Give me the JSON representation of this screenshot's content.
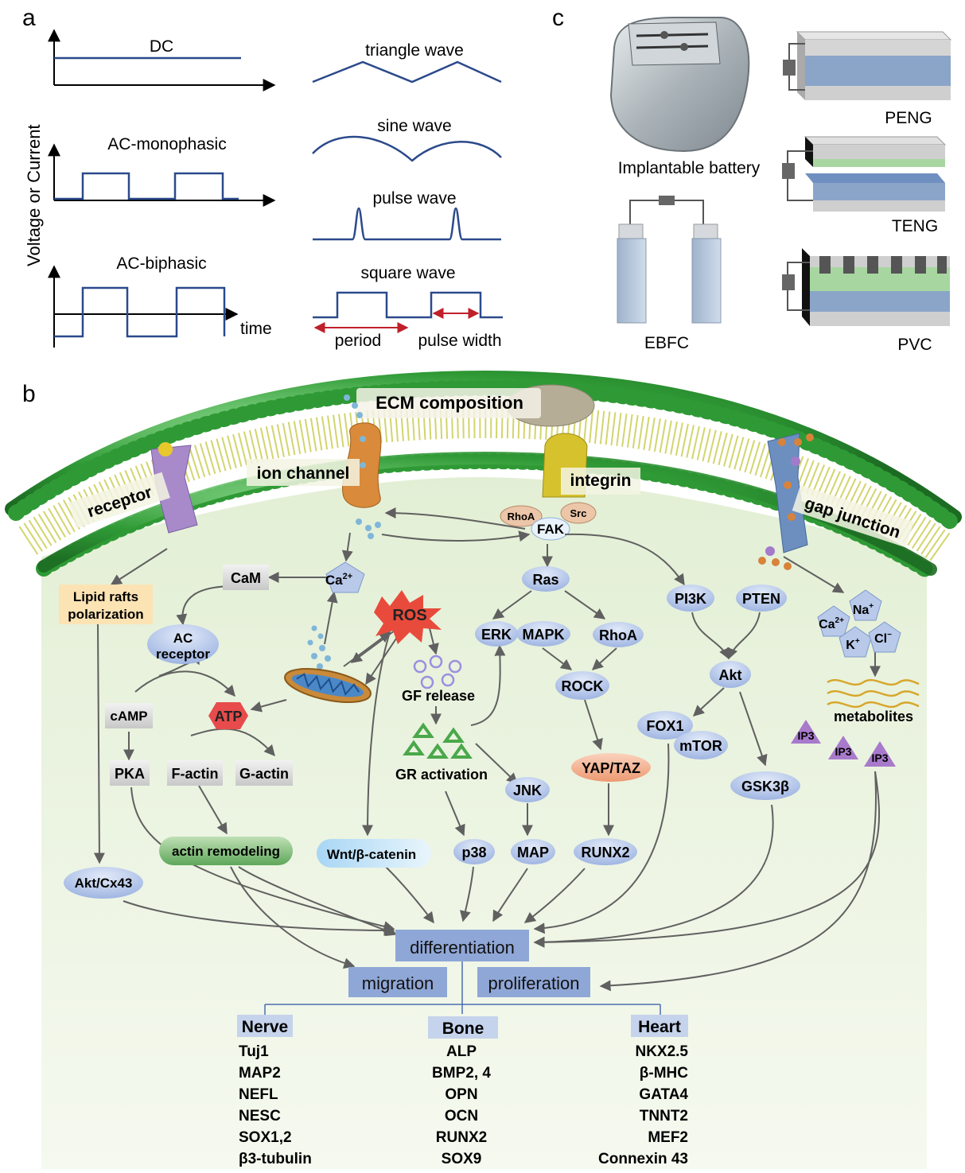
{
  "panel_a": {
    "letter": "a",
    "y_axis_label": "Voltage or Current",
    "dc": "DC",
    "ac_mono": "AC-monophasic",
    "ac_bi": "AC-biphasic",
    "time": "time",
    "triangle": "triangle wave",
    "sine": "sine wave",
    "pulse": "pulse wave",
    "square": "square wave",
    "period": "period",
    "pulse_width": "pulse width"
  },
  "panel_c": {
    "letter": "c",
    "battery": "Implantable battery",
    "ebfc": "EBFC",
    "peng": "PENG",
    "teng": "TENG",
    "pvc": "PVC"
  },
  "panel_b": {
    "letter": "b",
    "membrane": {
      "ecm": "ECM composition",
      "receptor": "receptor",
      "ion_channel": "ion channel",
      "integrin": "integrin",
      "gap_junction": "gap junction",
      "rhoa_small": "RhoA",
      "src": "Src",
      "fak": "FAK"
    },
    "nodes": {
      "lipid_rafts": "Lipid rafts\npolarization",
      "cam": "CaM",
      "ca2": "Ca",
      "ca2_sup": "2+",
      "ac_receptor": "AC\nreceptor",
      "ros": "ROS",
      "camp": "cAMP",
      "atp": "ATP",
      "pka": "PKA",
      "f_actin": "F-actin",
      "g_actin": "G-actin",
      "actin_remodeling": "actin remodeling",
      "akt_cx43": "Akt/Cx43",
      "wnt": "Wnt/β-catenin",
      "gf_release": "GF release",
      "gr_activation": "GR activation",
      "ras": "Ras",
      "erk": "ERK",
      "mapk": "MAPK",
      "rhoa": "RhoA",
      "rock": "ROCK",
      "yap_taz": "YAP/TAZ",
      "runx2": "RUNX2",
      "jnk": "JNK",
      "p38": "p38",
      "map": "MAP",
      "pi3k": "PI3K",
      "pten": "PTEN",
      "akt": "Akt",
      "fox1": "FOX1",
      "mtor": "mTOR",
      "gsk3b": "GSK3β",
      "ip3": "IP3",
      "na": "Na",
      "na_sup": "+",
      "ca_ion": "Ca",
      "ca_ion_sup": "2+",
      "k": "K",
      "k_sup": "+",
      "cl": "Cl",
      "cl_sup": "−",
      "metabolites": "metabolites"
    },
    "outcomes": {
      "differentiation": "differentiation",
      "migration": "migration",
      "proliferation": "proliferation"
    },
    "markers": {
      "nerve": {
        "title": "Nerve",
        "items": [
          "Tuj1",
          "MAP2",
          "NEFL",
          "NESC",
          "SOX1,2",
          "β3-tubulin"
        ]
      },
      "bone": {
        "title": "Bone",
        "items": [
          "ALP",
          "BMP2, 4",
          "OPN",
          "OCN",
          "RUNX2",
          "SOX9"
        ]
      },
      "heart": {
        "title": "Heart",
        "items": [
          "NKX2.5",
          "β-MHC",
          "GATA4",
          "TNNT2",
          "MEF2",
          "Connexin 43"
        ]
      }
    }
  },
  "colors": {
    "wave": "#2b4a8b",
    "red_arrow": "#c0202a",
    "node_blue": "#b8c9ea",
    "outcome_box": "#8fa7d6",
    "cytoplasm": "#eef5e6",
    "membrane_green": "#3aa23a",
    "ros": "#e84b3c"
  }
}
